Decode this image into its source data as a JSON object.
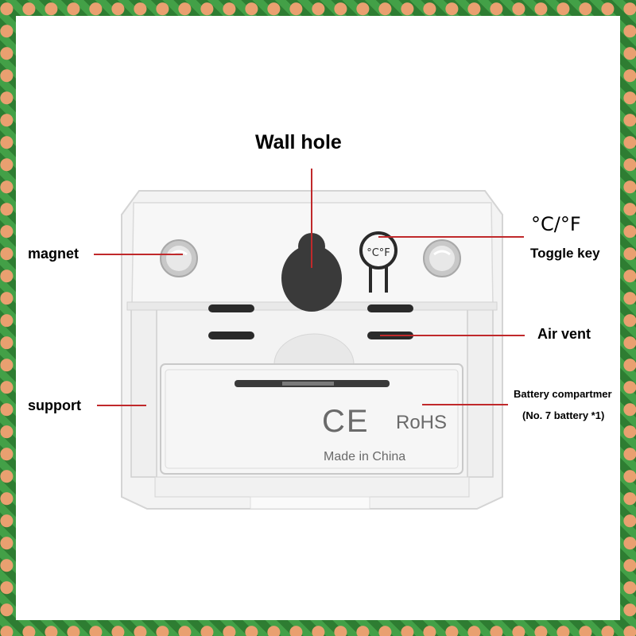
{
  "labels": {
    "wall_hole": "Wall hole",
    "magnet": "magnet",
    "temp_unit": "°C/°F",
    "toggle_key": "Toggle key",
    "air_vent": "Air vent",
    "support": "support",
    "battery_line1": "Battery compartmer",
    "battery_line2": "(No. 7 battery *1)"
  },
  "device": {
    "toggle_symbol": "°C°F",
    "ce_mark": "CE",
    "rohs": "RoHS",
    "made_in": "Made in China"
  },
  "colors": {
    "leader_line": "#c0292b",
    "device_body": "#f4f4f4",
    "device_edge": "#d0d0d0",
    "slot": "#2a2a2a"
  }
}
